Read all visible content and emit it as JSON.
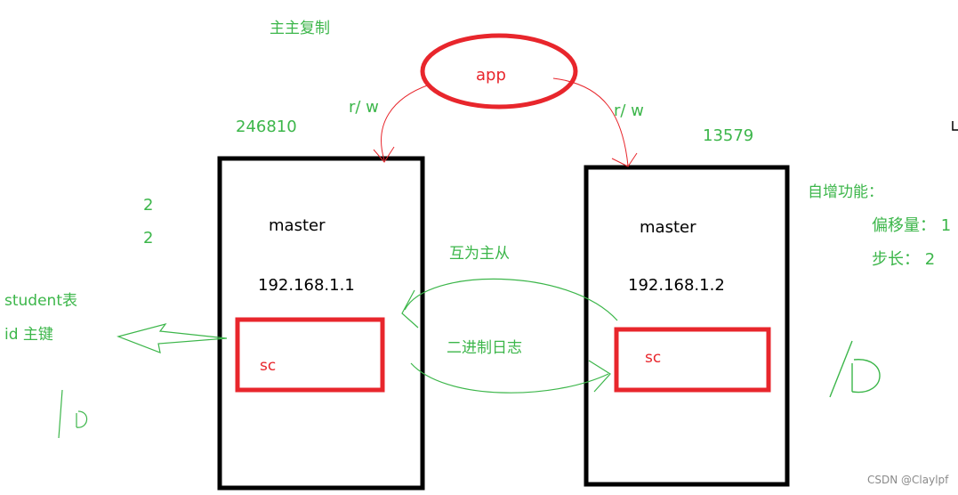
{
  "title": "主主复制",
  "app": {
    "label": "app"
  },
  "arrows": {
    "left_rw": "r/ w",
    "right_rw": "r/ w"
  },
  "left_server": {
    "id_sequence": "246810",
    "role": "master",
    "ip": "192.168.1.1",
    "db": "sc"
  },
  "right_server": {
    "id_sequence": "13579",
    "role": "master",
    "ip": "192.168.1.2",
    "db": "sc"
  },
  "left_notes": {
    "line1": "2",
    "line2": "2"
  },
  "table_note": {
    "table": "student表",
    "key": "id 主键"
  },
  "relation": {
    "mutual": "互为主从",
    "binlog": "二进制日志"
  },
  "auto_increment": {
    "heading": "自增功能：",
    "offset": "偏移量： 1",
    "step": "步长： 2"
  },
  "handwriting": {
    "left": "|D",
    "right": "/D"
  },
  "watermark": "CSDN @Claylpf",
  "colors": {
    "green": "#3cb64a",
    "red": "#e8262c",
    "black": "#000000"
  }
}
